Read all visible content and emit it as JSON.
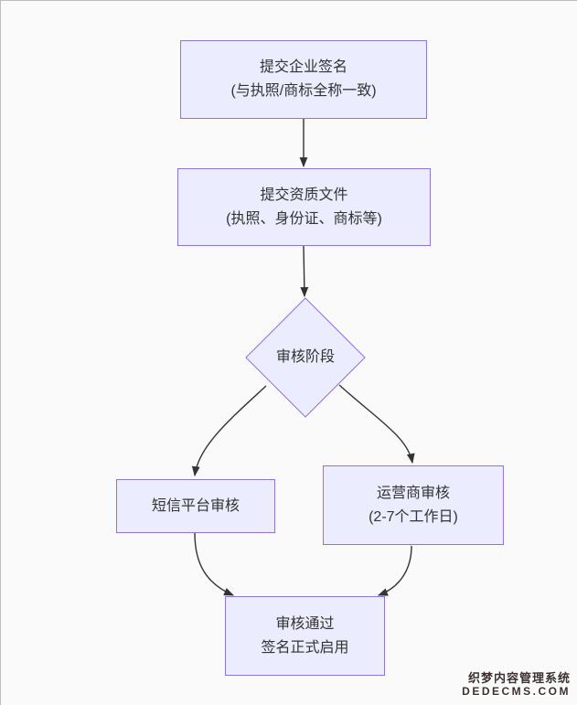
{
  "diagram": {
    "type": "flowchart",
    "direction": "top-down",
    "colors": {
      "node_fill": "#ececff",
      "node_border": "#9370db",
      "edge": "#333333",
      "text": "#333333",
      "background": "#fafafb",
      "watermark_text": "#3c2f2f",
      "watermark_outline": "#ffffff"
    },
    "nodes": {
      "submit_signature": {
        "shape": "rect",
        "line1": "提交企业签名",
        "line2": "(与执照/商标全称一致)"
      },
      "submit_documents": {
        "shape": "rect",
        "line1": "提交资质文件",
        "line2": "(执照、身份证、商标等)"
      },
      "review_stage": {
        "shape": "diamond",
        "line1": "审核阶段"
      },
      "sms_platform": {
        "shape": "rect",
        "line1": "短信平台审核"
      },
      "operator_review": {
        "shape": "rect",
        "line1": "运营商审核",
        "line2": "(2-7个工作日)"
      },
      "review_passed": {
        "shape": "rect",
        "line1": "审核通过",
        "line2": "签名正式启用"
      }
    },
    "edges": [
      {
        "from": "submit_signature",
        "to": "submit_documents"
      },
      {
        "from": "submit_documents",
        "to": "review_stage"
      },
      {
        "from": "review_stage",
        "to": "sms_platform"
      },
      {
        "from": "review_stage",
        "to": "operator_review"
      },
      {
        "from": "sms_platform",
        "to": "review_passed"
      },
      {
        "from": "operator_review",
        "to": "review_passed"
      }
    ]
  },
  "watermark": {
    "line1": "织梦内容管理系统",
    "line2": "DEDECMS.COM"
  }
}
